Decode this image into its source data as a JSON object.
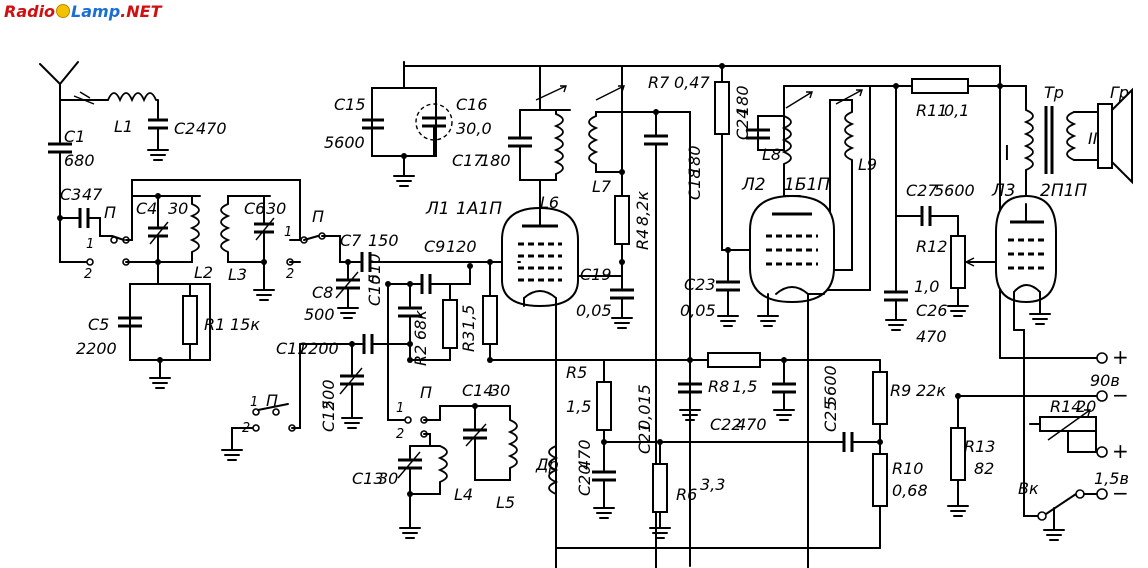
{
  "logo": {
    "part_a": "Radio",
    "part_b": "Lamp",
    "part_c": ".NET"
  },
  "colors": {
    "logo_red": "#d01010",
    "logo_blue": "#1a6fd6",
    "ink": "#000000"
  },
  "labels": {
    "C1": "C1",
    "C1_val": "680",
    "L1": "L1",
    "C2": "C2",
    "C2_val": "470",
    "C3": "C3",
    "C3_val": "47",
    "C4": "C4",
    "C4_val": "30",
    "C5": "C5",
    "C5_val": "2200",
    "R1": "R1",
    "R1_val": "15к",
    "L2": "L2",
    "L3": "L3",
    "C6": "C6",
    "C6_val": "30",
    "C7": "C7",
    "C7_val": "150",
    "C8": "C8",
    "C8_val": "500",
    "C9": "C9",
    "C9_val": "120",
    "C10": "C10",
    "C10_val": "510",
    "C11": "C11",
    "C11_val": "2200",
    "C12": "C12",
    "C12_val": "500",
    "C13": "C13",
    "C13_val": "30",
    "C14": "C14",
    "C14_val": "30",
    "C15": "C15",
    "C15_val": "5600",
    "C16": "C16",
    "C16_val": "30,0",
    "C17": "C17",
    "C17_val": "180",
    "C18": "C18",
    "C18_val": "180",
    "C19": "C19",
    "C19_val": "0,05",
    "C20": "C20",
    "C20_val": "470",
    "C21": "C21",
    "C21_val": "0,015",
    "C22": "C22",
    "C22_val": "470",
    "C23": "C23",
    "C23_val": "0,05",
    "C24": "C24",
    "C24_val": "180",
    "C25": "C25",
    "C25_val": "5600",
    "C26": "C26",
    "C26_val": "470",
    "C27": "C27",
    "C27_val": "5600",
    "R2": "R2",
    "R2_val": "68к",
    "R3": "R3",
    "R3_val": "1,5",
    "R4": "R4",
    "R4_val": "8,2к",
    "R5": "R5",
    "R5_val": "1,5",
    "R6": "R6",
    "R6_val": "3,3",
    "R7": "R7",
    "R7_val": "0,47",
    "R8": "R8",
    "R8_val": "1,5",
    "R9": "R9",
    "R9_val": "22к",
    "R10": "R10",
    "R10_val": "0,68",
    "R11": "R11",
    "R11_val": "0,1",
    "R12": "R12",
    "R12_val": "1,0",
    "R13": "R13",
    "R13_val": "82",
    "R14": "R14",
    "R14_val": "20",
    "L4": "L4",
    "L5": "L5",
    "L6": "L6",
    "L7": "L7",
    "L8": "L8",
    "L9": "L9",
    "Dr": "Др",
    "T1": "Л1",
    "T1_type": "1А1П",
    "T2": "Л2",
    "T2_type": "1Б1П",
    "T3": "Л3",
    "T3_type": "2П1П",
    "Tr": "Тр",
    "Gr": "Гр",
    "W1": "I",
    "W2": "II",
    "Vk": "Вк",
    "P": "П",
    "P2": "П",
    "P3": "П",
    "P4": "П",
    "n1": "1",
    "n2": "2",
    "Bat_hi": "90в",
    "Bat_lo": "1,5в",
    "plus": "+",
    "minus": "−"
  }
}
